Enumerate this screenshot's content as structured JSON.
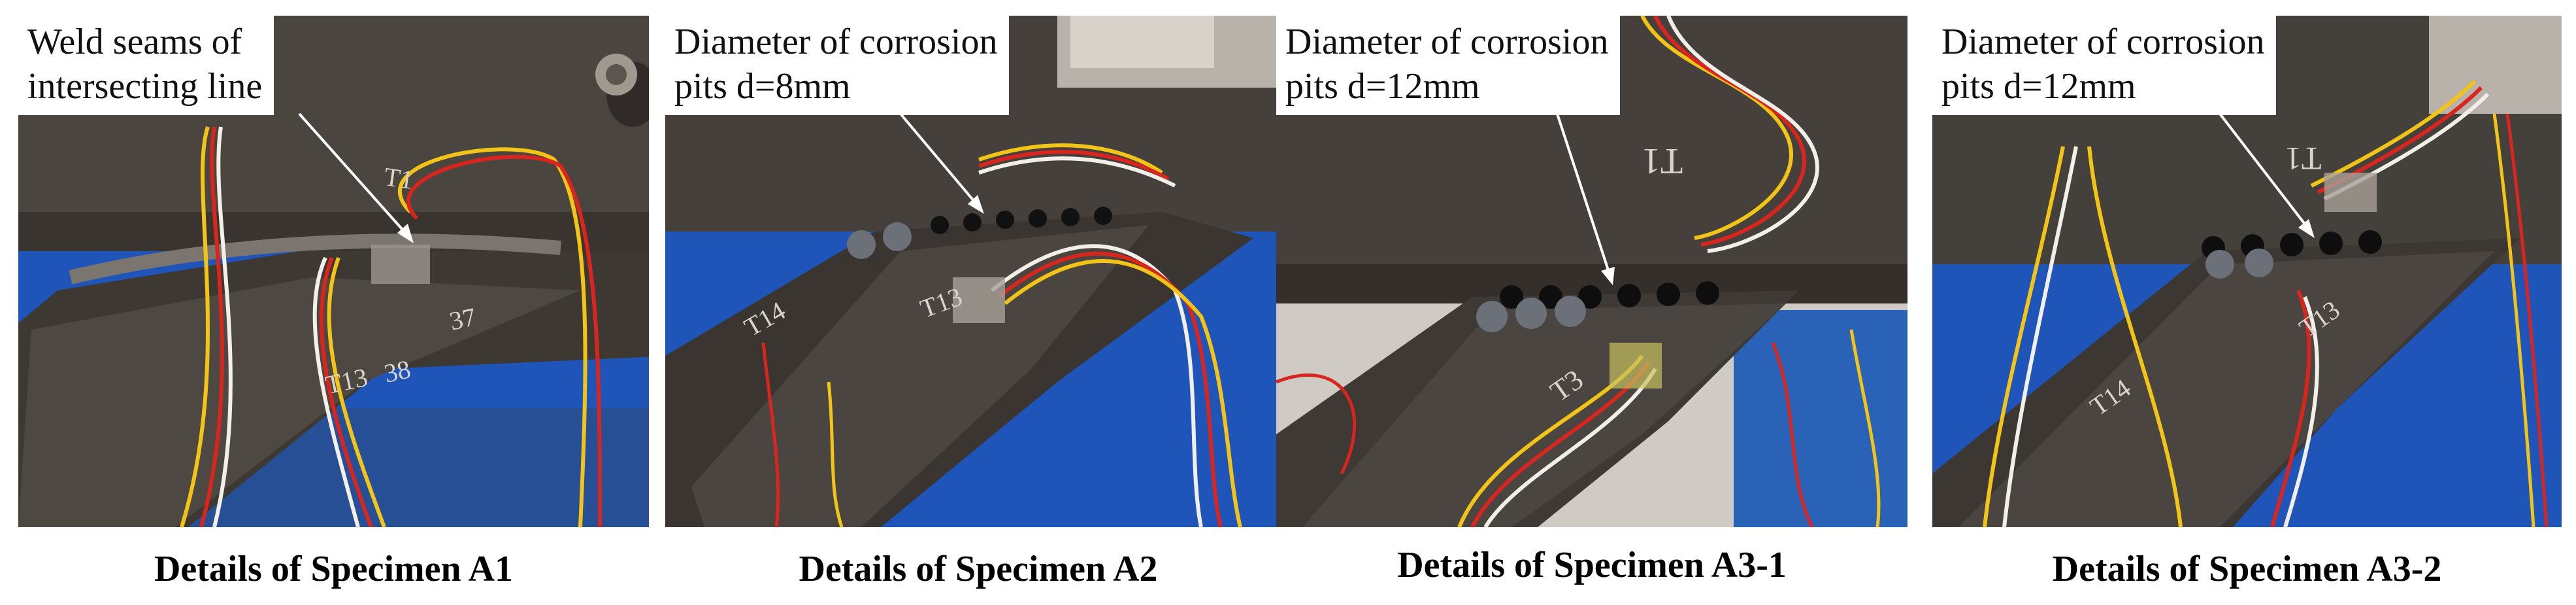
{
  "panels": [
    {
      "id": "A1",
      "callout": [
        "Weld seams of",
        "intersecting line"
      ],
      "caption": "Details of Specimen A1",
      "scratch_labels": [
        "T1",
        "T13",
        "38",
        "37"
      ]
    },
    {
      "id": "A2",
      "callout": [
        "Diameter of corrosion",
        "pits d=8mm"
      ],
      "caption": "Details of Specimen A2",
      "scratch_labels": [
        "T14",
        "T13"
      ]
    },
    {
      "id": "A3-1",
      "callout": [
        "Diameter of corrosion",
        "pits d=12mm"
      ],
      "caption": "Details of Specimen A3-1",
      "scratch_labels": [
        "T1",
        "T3"
      ]
    },
    {
      "id": "A3-2",
      "callout": [
        "Diameter of corrosion",
        "pits d=12mm"
      ],
      "caption": "Details of Specimen A3-2",
      "scratch_labels": [
        "T1",
        "T13",
        "T14"
      ]
    }
  ],
  "colors": {
    "steel": "#4b4540",
    "steel_dark": "#2f2a27",
    "background_blue": "#1f55b8",
    "wire_red": "#d8261f",
    "wire_yellow": "#f2c418",
    "wire_white": "#f2efe8",
    "text": "#000000"
  }
}
